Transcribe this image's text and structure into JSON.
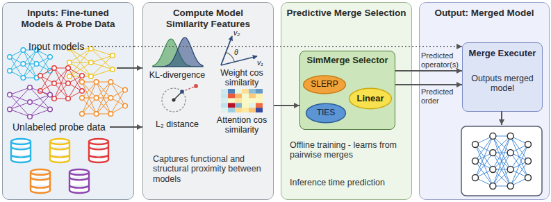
{
  "diagram": {
    "nodes": [
      {
        "text": [
          "Inputs: Fine-tuned Models & Probe Data"
        ]
      },
      {
        "text": [
          "Compute Model Similarity Features",
          "Captures functional and structural proximity between models"
        ]
      },
      {
        "text": [
          "Predictive Merge Selection",
          "Offline training - learns from pairwise merges",
          "Inference time prediction"
        ]
      },
      {
        "text": [
          "SimMerge Selector"
        ],
        "in": 2
      },
      {
        "text": [
          "SLERP"
        ],
        "in": 3
      },
      {
        "text": [
          "Linear"
        ],
        "in": 3
      },
      {
        "text": [
          "TIES"
        ],
        "in": 3
      },
      {
        "text": [
          "Output: Merged Model"
        ]
      },
      {
        "text": [
          "Merge Executer",
          "Outputs merged model"
        ],
        "in": 7
      }
    ],
    "edges": [
      {
        "from": 0,
        "to": 1,
        "arrow": "to"
      },
      {
        "from": 0,
        "to": 1,
        "arrow": "to"
      },
      {
        "from": 1,
        "to": 3,
        "arrow": "to"
      },
      {
        "from": 3,
        "to": 8,
        "label": "Predicted operator(s)",
        "arrow": "to"
      },
      {
        "from": 3,
        "to": 8,
        "label": "Predicted order",
        "arrow": "to"
      },
      {
        "from": 0,
        "to": 8,
        "arrow": "to"
      }
    ],
    "labels": [
      "Input models",
      "Unlabeled probe data",
      "KL-divergence",
      "v₂",
      "θ",
      "v₁",
      "Weight cos similarity",
      "L₂ distance",
      "Attention cos similarity"
    ]
  }
}
